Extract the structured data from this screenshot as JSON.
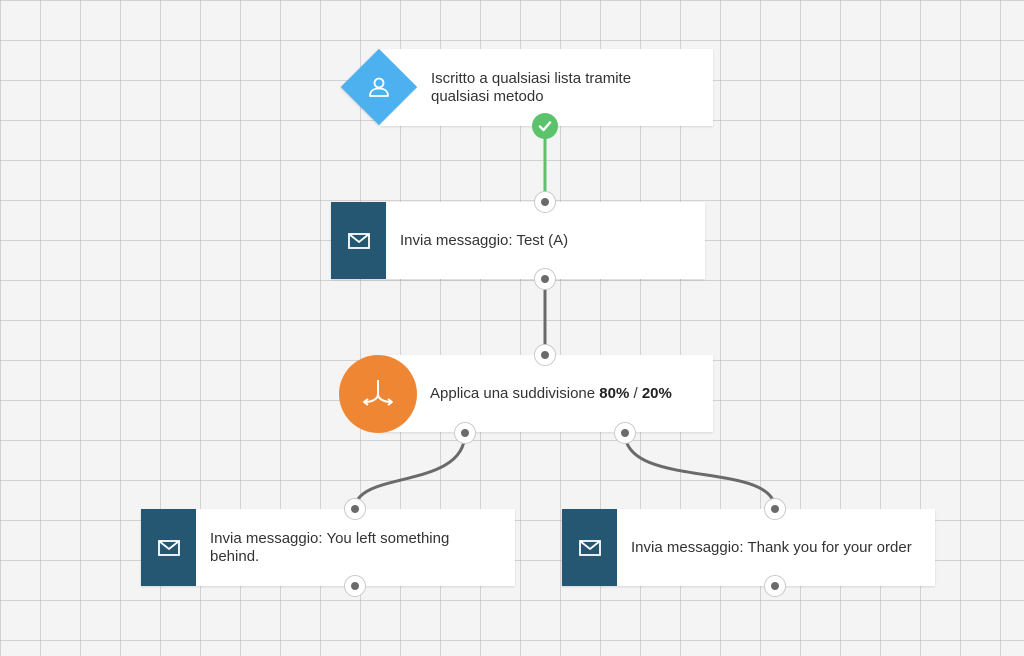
{
  "trigger": {
    "line1": "Iscritto a qualsiasi lista tramite",
    "line2": "qualsiasi metodo",
    "icon": "user-icon",
    "color": "#4db1f0"
  },
  "send_test": {
    "label": "Invia messaggio: Test (A)",
    "icon": "mail-icon",
    "color": "#255672"
  },
  "split": {
    "label_prefix": "Applica una suddivisione",
    "percent_a": "80%",
    "separator": "/",
    "percent_b": "20%",
    "icon": "split-icon",
    "color": "#ef8633"
  },
  "send_left": {
    "line1": "Invia messaggio: You left something",
    "line2": "behind.",
    "icon": "mail-icon"
  },
  "send_right": {
    "label": "Invia messaggio: Thank you for your order",
    "icon": "mail-icon"
  },
  "colors": {
    "success": "#5cc36c",
    "connector": "#6a6a6a",
    "background": "#f4f4f4"
  }
}
